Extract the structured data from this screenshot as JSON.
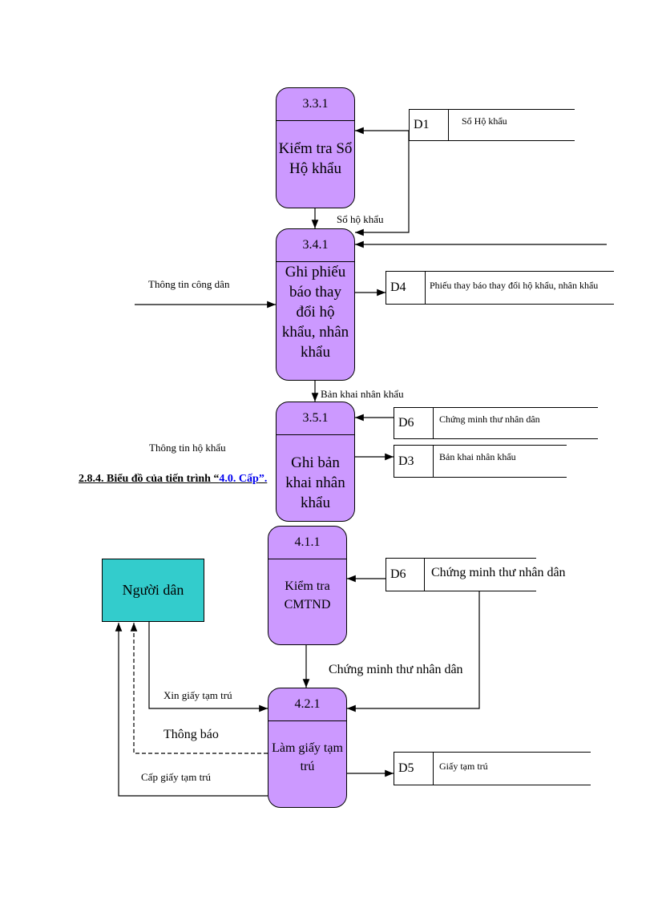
{
  "heading": {
    "prefix": "2.8.4. Biểu đồ của tiến trình  “",
    "link": "4.0. Cấp",
    "suffix": "”."
  },
  "processes": {
    "p331": {
      "id": "3.3.1",
      "name": "Kiểm tra Sổ Hộ khẩu"
    },
    "p341": {
      "id": "3.4.1",
      "name": "Ghi phiếu báo thay đổi hộ khẩu, nhân khẩu"
    },
    "p351": {
      "id": "3.5.1",
      "name": "Ghi bản khai nhân khẩu"
    },
    "p411": {
      "id": "4.1.1",
      "name": "Kiểm tra CMTND"
    },
    "p421": {
      "id": "4.2.1",
      "name": "Làm giấy tạm trú"
    }
  },
  "datastores": {
    "d1": {
      "code": "D1",
      "name": "Sổ Hộ khẩu"
    },
    "d4": {
      "code": "D4",
      "name": "Phiếu thay báo thay đổi hộ khẩu, nhân khẩu"
    },
    "d6a": {
      "code": "D6",
      "name": "Chứng minh  thư nhân dân"
    },
    "d3": {
      "code": "D3",
      "name": "Bản khai nhân khẩu"
    },
    "d6b": {
      "code": "D6",
      "name": "Chứng minh thư nhân dân"
    },
    "d5": {
      "code": "D5",
      "name": "Giấy tạm trú"
    }
  },
  "entity": {
    "name": "Người dân"
  },
  "flows": {
    "so_ho_khau": "Sổ hộ khẩu",
    "thong_tin_cong_dan": "Thông tin công dân",
    "ban_khai_nhan_khau": "Bản khai nhân khẩu",
    "thong_tin_ho_khau": "Thông tin hộ khẩu",
    "chung_minh_thu": "Chứng minh thư nhân dân",
    "xin_giay_tam_tru": "Xin giấy tạm trú",
    "thong_bao": "Thông báo",
    "cap_giay_tam_tru": "Cấp giấy tạm trú"
  },
  "colors": {
    "process": "#cc99ff",
    "entity": "#33cccc",
    "link": "#0000ee"
  }
}
